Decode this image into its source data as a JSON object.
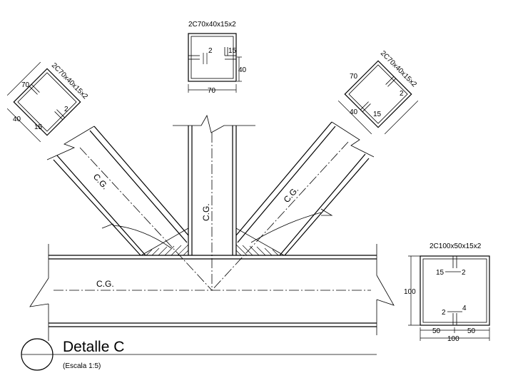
{
  "profiles": {
    "top": {
      "name": "2C70x40x15x2",
      "width": "70",
      "height": "40",
      "lip": "15",
      "thickness": "2"
    },
    "left": {
      "name": "2C70x40x15x2",
      "width": "70",
      "height": "40",
      "lip": "15",
      "thickness": "2"
    },
    "right": {
      "name": "2C70x40x15x2",
      "width": "70",
      "height": "40",
      "lip": "15",
      "thickness": "2"
    },
    "chord": {
      "name": "2C100x50x15x2",
      "height": "100",
      "width": "100",
      "half_left": "50",
      "half_right": "50",
      "lip": "15",
      "thickness_top": "2",
      "thickness_bottom": "2",
      "gap": "4"
    }
  },
  "labels": {
    "cg_left": "C.G.",
    "cg_vertical": "C.G.",
    "cg_right": "C.G.",
    "cg_chord": "C.G."
  },
  "detail": {
    "title": "Detalle C",
    "scale": "(Escala 1:5)"
  }
}
